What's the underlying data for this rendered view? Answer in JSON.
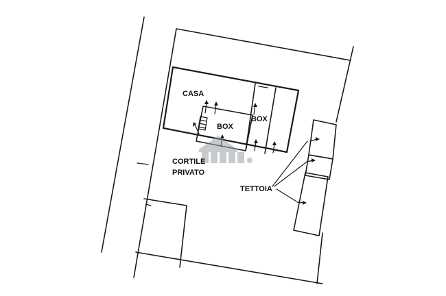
{
  "labels": {
    "casa": "CASA",
    "box_inner": "BOX",
    "box_outer": "BOX",
    "cortile_line1": "CORTILE",
    "cortile_line2": "PRIVATO",
    "tettoia": "TETTOIA"
  },
  "colors": {
    "line": "#1a1a1a",
    "watermark": "#9aa0a6",
    "background": "#ffffff"
  },
  "icons": {
    "watermark": "house-logo-icon",
    "stairs": "stairs-icon",
    "entrance": "entrance-arrow-icon"
  }
}
